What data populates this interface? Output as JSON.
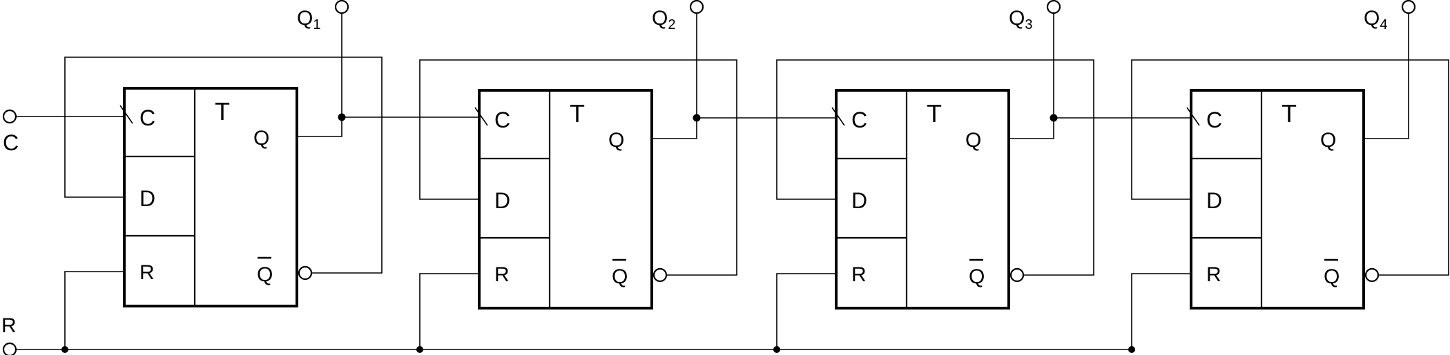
{
  "inputs": {
    "clock": {
      "label": "C"
    },
    "reset": {
      "label": "R"
    }
  },
  "flipflops": [
    {
      "type_label": "T",
      "pins": {
        "c": "C",
        "d": "D",
        "r": "R",
        "q": "Q",
        "qbar": "Q"
      },
      "output": {
        "base": "Q",
        "sub": "1"
      }
    },
    {
      "type_label": "T",
      "pins": {
        "c": "C",
        "d": "D",
        "r": "R",
        "q": "Q",
        "qbar": "Q"
      },
      "output": {
        "base": "Q",
        "sub": "2"
      }
    },
    {
      "type_label": "T",
      "pins": {
        "c": "C",
        "d": "D",
        "r": "R",
        "q": "Q",
        "qbar": "Q"
      },
      "output": {
        "base": "Q",
        "sub": "3"
      }
    },
    {
      "type_label": "T",
      "pins": {
        "c": "C",
        "d": "D",
        "r": "R",
        "q": "Q",
        "qbar": "Q"
      },
      "output": {
        "base": "Q",
        "sub": "4"
      }
    }
  ]
}
